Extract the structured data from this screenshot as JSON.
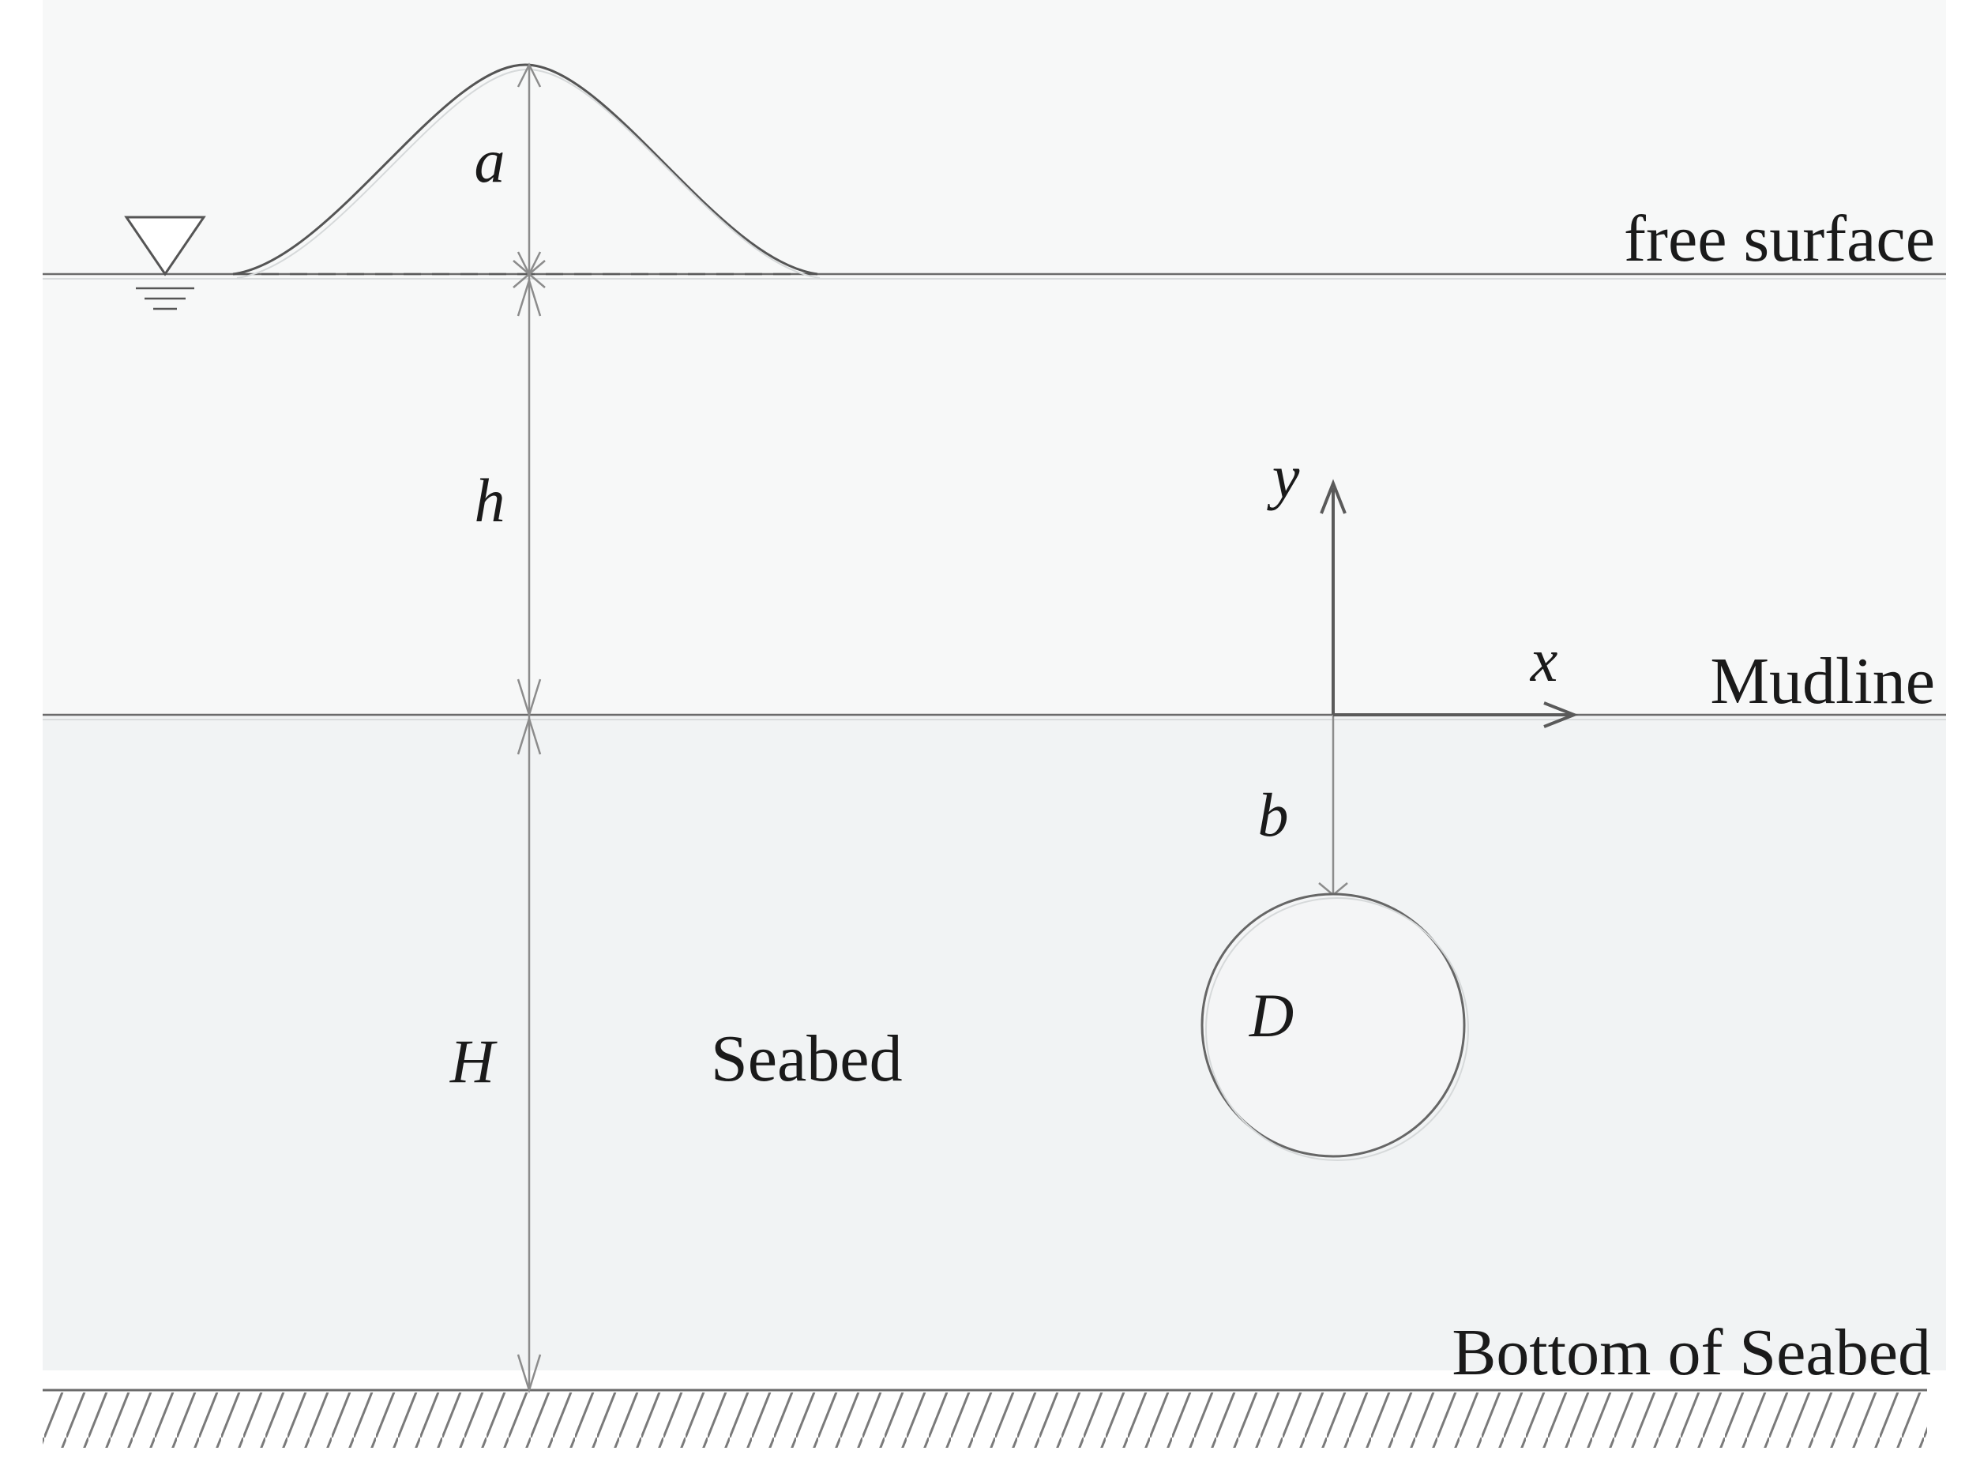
{
  "labels": {
    "free_surface": "free surface",
    "mudline": "Mudline",
    "seabed": "Seabed",
    "bottom_of_seabed": "Bottom of Seabed"
  },
  "symbols": {
    "wave_amplitude": "a",
    "water_depth": "h",
    "seabed_thickness": "H",
    "burial_depth": "b",
    "pipe_diameter": "D",
    "axis_x": "x",
    "axis_y": "y"
  },
  "colors": {
    "water_fill": "#f7f8f8",
    "seabed_fill": "#f1f3f4",
    "line": "#6b6b6b",
    "dimension_line": "#8c8c8c",
    "axis": "#5a5a5a",
    "text": "#1a1a1a"
  },
  "icons": {
    "water_level_marker": "water-level-triangle-icon",
    "bottom_boundary": "hatched-fixed-boundary"
  }
}
